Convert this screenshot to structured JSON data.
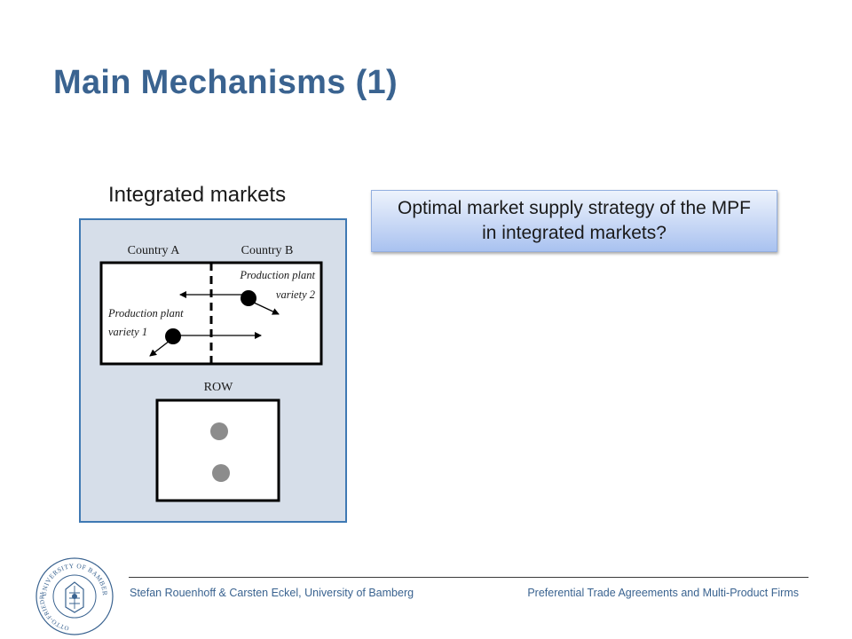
{
  "slide": {
    "title": "Main Mechanisms (1)",
    "subtitle": "Integrated markets"
  },
  "diagram": {
    "country_a_label": "Country A",
    "country_b_label": "Country B",
    "plant_2_label_line1": "Production plant",
    "plant_2_label_line2": "variety  2",
    "plant_1_label_line1": "Production plant",
    "plant_1_label_line2": "variety  1",
    "row_label": "ROW"
  },
  "callout": {
    "text": "Optimal market supply strategy of the MPF in integrated markets?"
  },
  "footer": {
    "left": "Stefan Rouenhoff & Carsten Eckel, University of Bamberg",
    "right": "Preferential Trade Agreements and Multi-Product Firms"
  },
  "logo": {
    "text_top": "UNIVERSITY OF BAMBERG",
    "text_left": "OTTO-FRIEDRICH-"
  },
  "colors": {
    "title": "#3a6390",
    "diagram_bg": "#d6dee9",
    "diagram_border": "#3f79b3",
    "callout_top": "#eef3fc",
    "callout_bottom": "#a9c2f0"
  }
}
